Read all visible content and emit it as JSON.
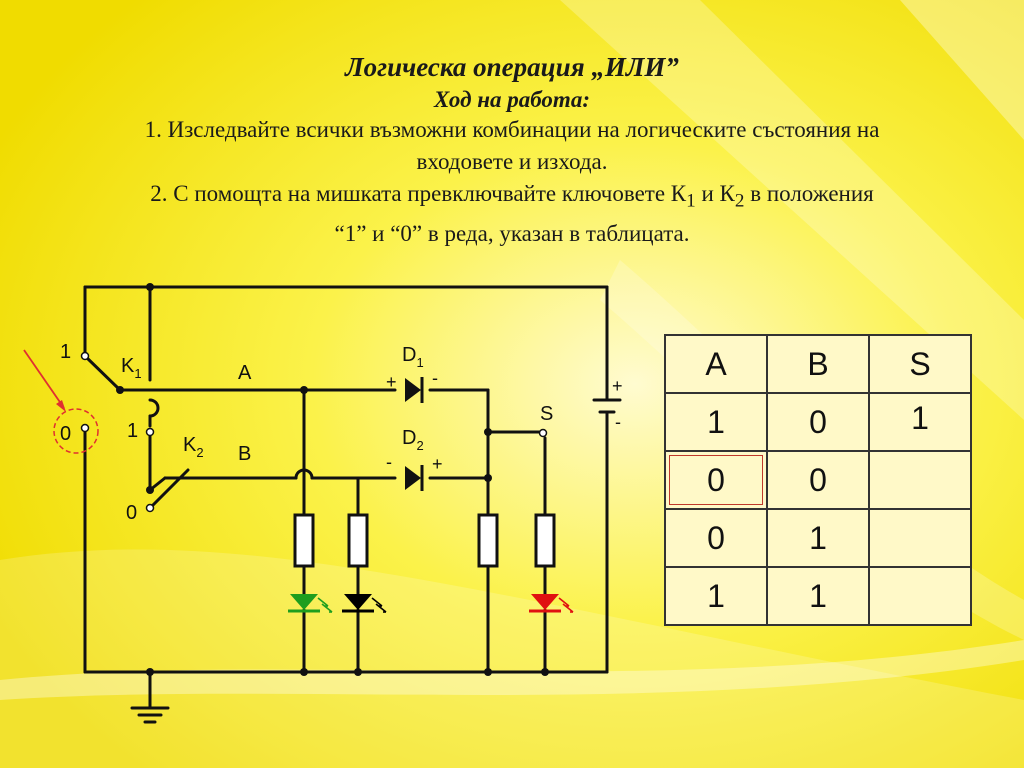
{
  "header": {
    "title": "Логическа операция „ИЛИ”",
    "subtitle": "Ход на работа:",
    "line1": "1. Изследвайте всички възможни комбинации на логическите състояния на",
    "line2": "входовете и изхода.",
    "line3_pre": "2. С помощта на мишката превключвайте ключовете К",
    "line3_sub1": "1",
    "line3_mid": " и К",
    "line3_sub2": "2",
    "line3_post": " в положения",
    "line4": "“1” и “0” в реда, указан в таблицата."
  },
  "circuit": {
    "k1_name": "K",
    "k1_sub": "1",
    "k2_name": "K",
    "k2_sub": "2",
    "k1_pos1": "1",
    "k1_pos0": "0",
    "k2_pos1": "1",
    "k2_pos0": "0",
    "input_a": "A",
    "input_b": "B",
    "d1_name": "D",
    "d1_sub": "1",
    "d2_name": "D",
    "d2_sub": "2",
    "d1_plus": "+",
    "d1_minus": "-",
    "d2_minus": "-",
    "d2_plus": "+",
    "output_s": "S",
    "battery_plus": "+",
    "battery_minus": "-",
    "colors": {
      "wire": "#111111",
      "led_a": "#1e9e1e",
      "led_b": "#000000",
      "led_s": "#e01010",
      "pointer": "#e03030"
    }
  },
  "truth_table": {
    "headers": [
      "A",
      "B",
      "S"
    ],
    "rows": [
      [
        "1",
        "0",
        "1"
      ],
      [
        "0",
        "0",
        ""
      ],
      [
        "0",
        "1",
        ""
      ],
      [
        "1",
        "1",
        ""
      ]
    ]
  }
}
